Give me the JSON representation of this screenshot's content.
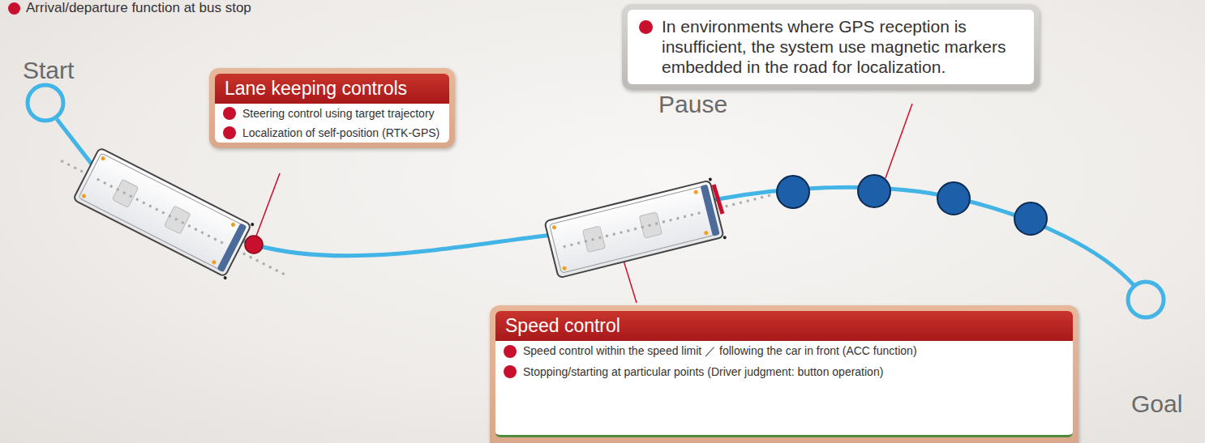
{
  "diagram": {
    "nodes": [
      {
        "text": [
          "Lane keeping controls",
          "Steering control using target trajectory",
          "Localization of self-position (RTK-GPS)"
        ]
      },
      {
        "text": [
          "In environments where GPS reception is insufficient, the system use magnetic markers embedded in the road for localization."
        ]
      },
      {
        "text": [
          "Speed control",
          "Speed control within the speed limit ／ following the car in front (ACC function)",
          "Stopping/starting at particular points (Driver judgment: button operation)"
        ]
      }
    ],
    "labels": [
      "Arrival/departure function at bus stop",
      "Start",
      "Pause",
      "Goal"
    ]
  }
}
